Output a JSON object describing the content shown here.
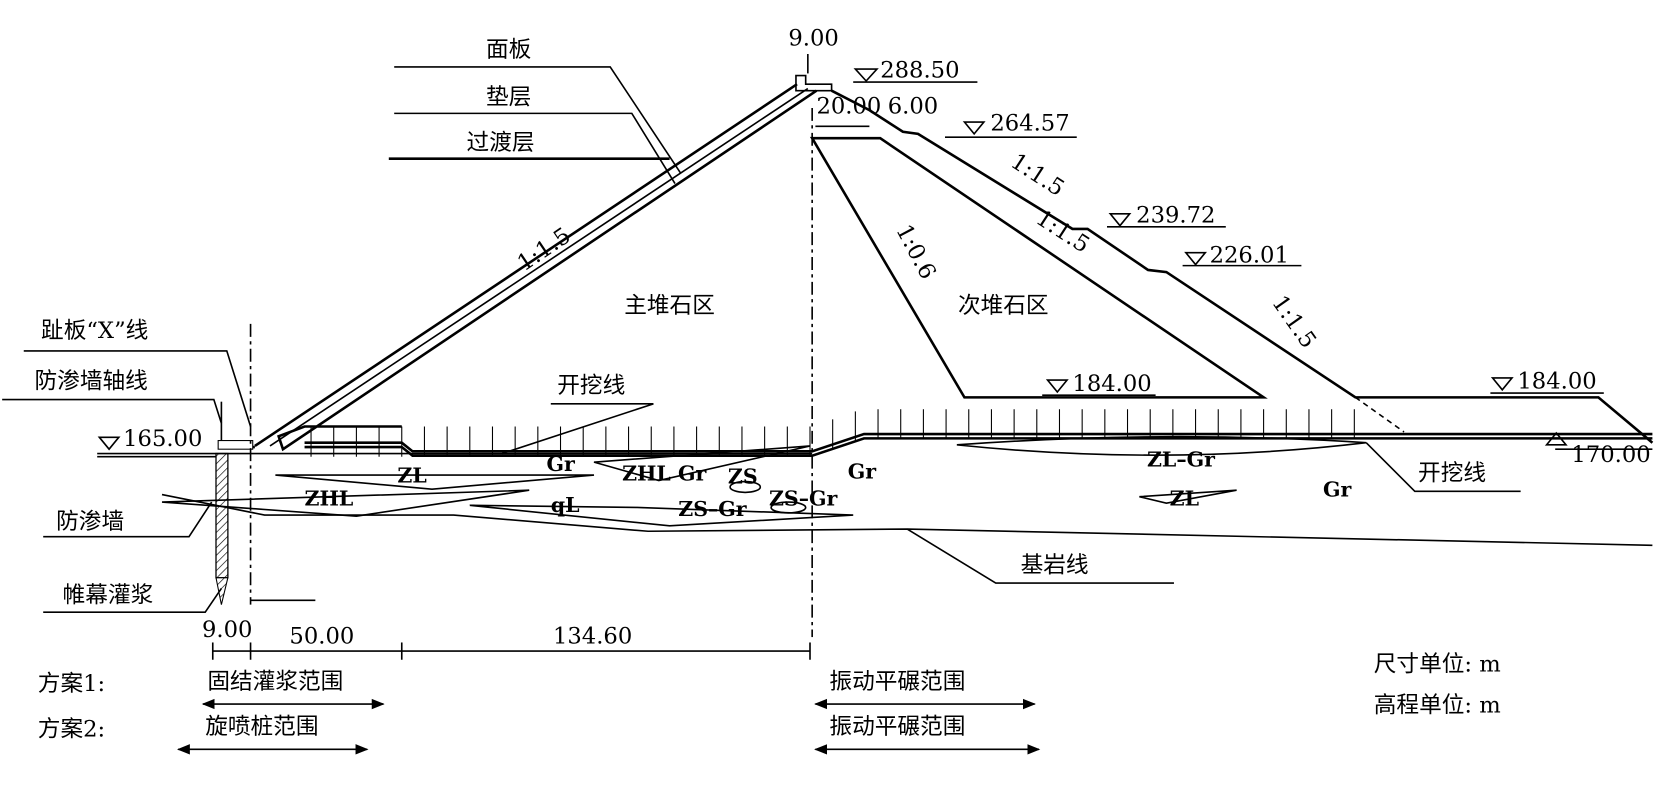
{
  "zones": {
    "main_rockfill": "主堆石区",
    "secondary_rockfill": "次堆石区"
  },
  "layers": {
    "face_slab": "面板",
    "cushion": "垫层",
    "transition": "过渡层"
  },
  "labels": {
    "toe_x_line": "趾板“X”线",
    "cutoff_axis": "防渗墙轴线",
    "cutoff_wall": "防渗墙",
    "curtain_grout": "帷幕灌浆",
    "excavation_upstream": "开挖线",
    "excavation_downstream": "开挖线",
    "bedrock": "基岩线"
  },
  "slopes": {
    "upstream": "1:1.5",
    "inner": "1:0.6",
    "down1": "1:1.5",
    "down2": "1:1.5",
    "down3": "1:1.5"
  },
  "elevations": {
    "crest": "288.50",
    "berm1": "264.57",
    "berm2": "239.72",
    "berm3": "226.01",
    "secondary_base": "184.00",
    "toe_platform": "184.00",
    "upstream_base": "165.00",
    "downstream_base": "170.00"
  },
  "dimensions": {
    "crest_width": "9.00",
    "crest_down": "20.00",
    "berm_width": "6.00",
    "d1": "9.00",
    "d2": "50.00",
    "d3": "134.60"
  },
  "soil_units": [
    "ZL",
    "ZHL",
    "Gr",
    "ZHL Gr",
    "ZS",
    "qL",
    "ZS–Gr",
    "ZS–Gr",
    "Gr",
    "ZL–Gr",
    "ZL",
    "Gr"
  ],
  "schemes": {
    "scheme1_label": "方案1:",
    "scheme1_left": "固结灌浆范围",
    "scheme1_right": "振动平碾范围",
    "scheme2_label": "方案2:",
    "scheme2_left": "旋喷桩范围",
    "scheme2_right": "振动平碾范围"
  },
  "units": {
    "dimension": "尺寸单位: m",
    "elevation": "高程单位: m"
  }
}
